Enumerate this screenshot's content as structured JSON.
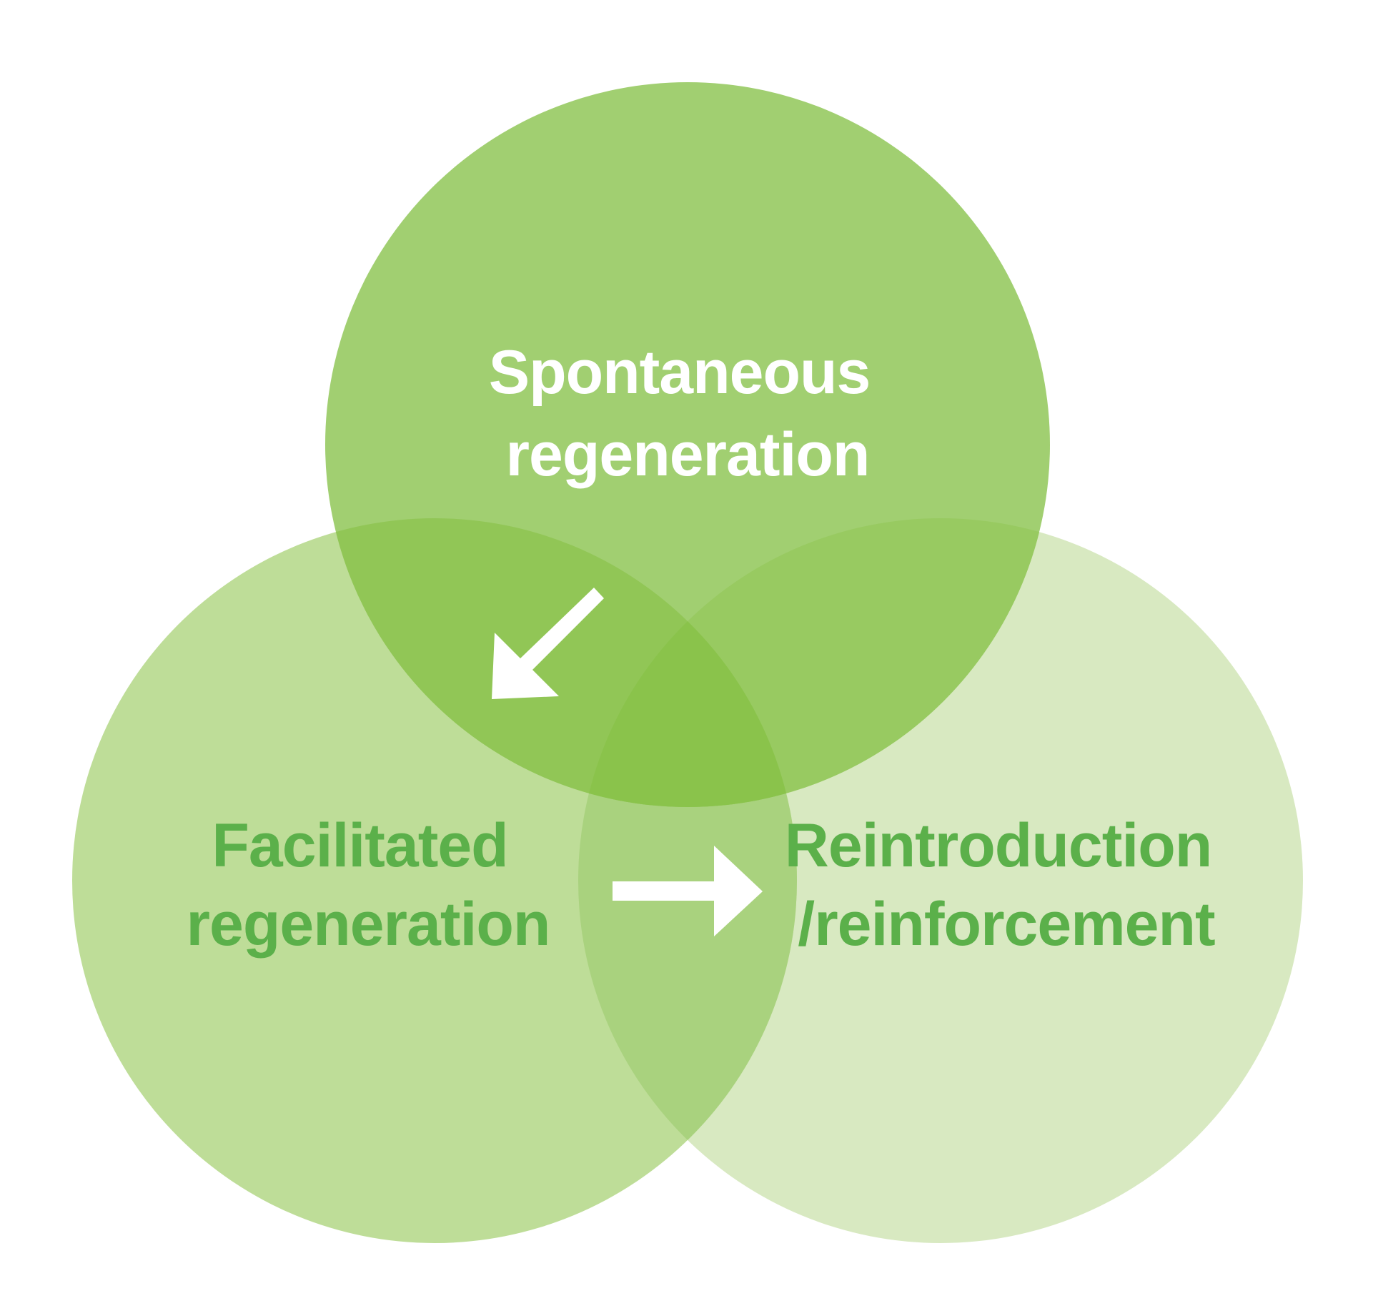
{
  "diagram": {
    "circles": [
      {
        "id": "spontaneous",
        "label_lines": [
          "Spontaneous",
          "regeneration"
        ],
        "fill": "#a1cf71",
        "label_color": "#ffffff"
      },
      {
        "id": "facilitated",
        "label_lines": [
          "Facilitated",
          "regeneration"
        ],
        "fill": "#bedd98",
        "label_color": "#5bb04a"
      },
      {
        "id": "reintroduction",
        "label_lines": [
          "Reintroduction",
          "/reinforcement"
        ],
        "fill": "#d8e9c1",
        "label_color": "#5bb04a"
      }
    ],
    "overlap_colors": {
      "spontaneous_facilitated": "#91c656",
      "spontaneous_reintroduction": "#98ca61",
      "facilitated_reintroduction": "#a9d27e",
      "all_three": "#8ac34b"
    },
    "arrows": [
      {
        "from": "spontaneous",
        "to": "facilitated",
        "color": "#ffffff"
      },
      {
        "from": "facilitated",
        "to": "reintroduction",
        "color": "#ffffff"
      }
    ]
  }
}
